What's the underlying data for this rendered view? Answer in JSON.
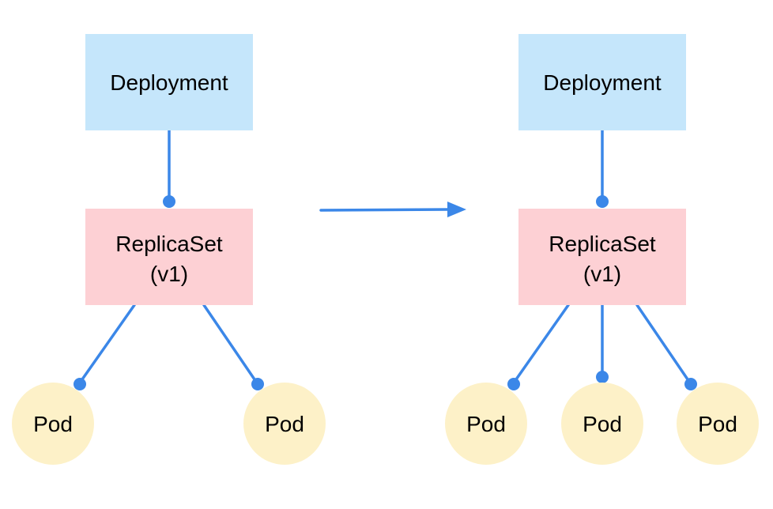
{
  "colors": {
    "deployment_fill": "#c5e6fb",
    "replicaset_fill": "#fdd0d4",
    "pod_fill": "#fdf1c8",
    "connector": "#3b87e8",
    "text": "#000000"
  },
  "before": {
    "deployment_label": "Deployment",
    "replicaset_label": "ReplicaSet",
    "replicaset_version": "(v1)",
    "pods": [
      {
        "label": "Pod"
      },
      {
        "label": "Pod"
      }
    ]
  },
  "after": {
    "deployment_label": "Deployment",
    "replicaset_label": "ReplicaSet",
    "replicaset_version": "(v1)",
    "pods": [
      {
        "label": "Pod"
      },
      {
        "label": "Pod"
      },
      {
        "label": "Pod"
      }
    ]
  }
}
